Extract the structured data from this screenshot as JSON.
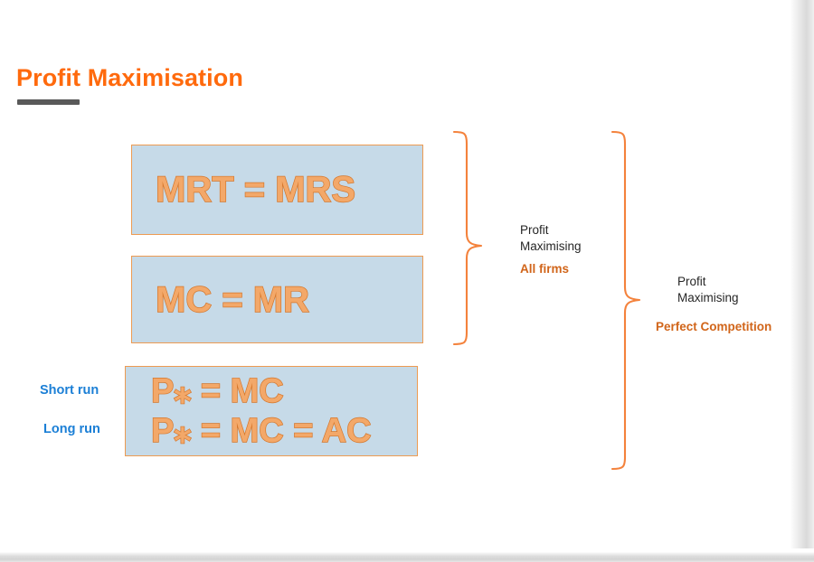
{
  "slide": {
    "title": "Profit Maximisation",
    "background_color": "#FFFFFF",
    "title_color": "#FF6A0D",
    "title_rule_color": "#595959"
  },
  "theme": {
    "box_fill": "#C6DAE8",
    "box_border": "#ED9B52",
    "formula_fill": "#F3A869",
    "formula_outline": "#D4762B",
    "accent_orange": "#D1651A",
    "brace_color": "#F4823C",
    "run_label_blue": "#1B7FD6",
    "annotation_text": "#262626"
  },
  "boxes": [
    {
      "id": "mrt-mrs",
      "lines": [
        "MRT = MRS"
      ]
    },
    {
      "id": "mc-mr",
      "lines": [
        "MC = MR"
      ]
    },
    {
      "id": "price",
      "lines": [
        "P⁎ = MC",
        "P⁎ = MC = AC"
      ]
    }
  ],
  "run_labels": {
    "short_run": "Short run",
    "long_run": "Long run"
  },
  "annotations": [
    {
      "id": "all-firms",
      "line_1": "Profit",
      "line_2": "Maximising",
      "accent": "All firms"
    },
    {
      "id": "perfect-competition",
      "line_1": "Profit",
      "line_2": "Maximising",
      "accent": "Perfect Competition"
    }
  ]
}
